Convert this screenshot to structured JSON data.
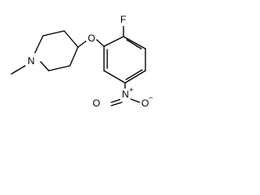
{
  "structure": {
    "atoms": {
      "n_ring": "N",
      "o_ether": "O",
      "f_sub": "F",
      "n_nitro": "N",
      "nitro_plus": "+",
      "o_nitro_top": "O",
      "o_nitro_minus": "−",
      "o_nitro_bottom": "O"
    }
  },
  "colors": {
    "bond": "#000000",
    "label": "#000000",
    "background": "#ffffff"
  }
}
